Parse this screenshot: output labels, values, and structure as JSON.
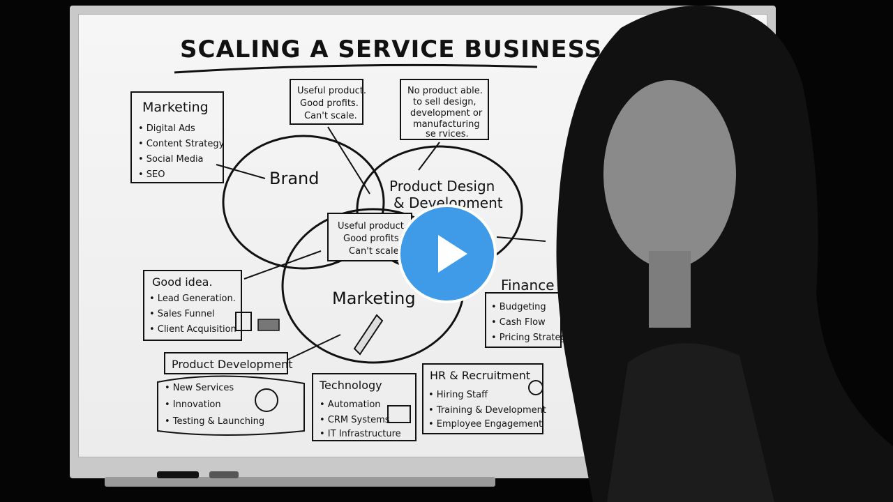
{
  "video": {
    "title": "SCALING A SERVICE BUSINESS",
    "play_icon": "play-icon"
  },
  "whiteboard": {
    "marketing_box": {
      "heading": "Marketing",
      "items": [
        "• Digital Ads",
        "• Content Strategy",
        "• Social Media",
        "• SEO"
      ]
    },
    "top_note_1": [
      "Useful product.",
      "Good profits.",
      "Can't scale."
    ],
    "top_note_2": [
      "No product able.",
      "to sell design,",
      "development or",
      "manufacturing",
      "se rvices."
    ],
    "circles": {
      "brand": "Brand",
      "product": [
        "Product Design",
        "& Development"
      ],
      "marketing": "Marketing"
    },
    "center_note": [
      "Useful product.",
      "Good profits.",
      "Can't scale."
    ],
    "good_idea_box": {
      "heading": "Good idea.",
      "items": [
        "• Lead Generation.",
        "• Sales Funnel",
        "• Client Acquisition"
      ]
    },
    "finance_box": {
      "heading": "Finance",
      "items": [
        "• Budgeting",
        "• Cash Flow",
        "• Pricing Strategy"
      ]
    },
    "product_dev_box": {
      "heading": "Product Development",
      "items": [
        "• New Services",
        "• Innovation",
        "• Testing & Launching"
      ]
    },
    "technology_box": {
      "heading": "Technology",
      "items": [
        "• Automation",
        "• CRM Systems",
        "• IT Infrastructure"
      ]
    },
    "hr_box": {
      "heading": "HR & Recruitment",
      "items": [
        "• Hiring Staff",
        "• Training & Development",
        "• Employee Engagement"
      ]
    }
  },
  "colors": {
    "play_button": "#3f9be8",
    "board": "#f2f2f2",
    "ink": "#111111"
  }
}
